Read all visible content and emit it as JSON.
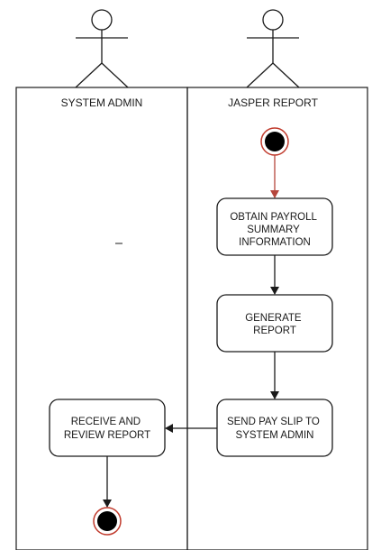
{
  "actors": [
    {
      "name": "system-admin-actor"
    },
    {
      "name": "jasper-report-actor"
    }
  ],
  "lanes": {
    "system_admin": "SYSTEM ADMIN",
    "jasper_report": "JASPER REPORT"
  },
  "activities": {
    "obtain": [
      "OBTAIN PAYROLL",
      "SUMMARY",
      "INFORMATION"
    ],
    "generate": [
      "GENERATE",
      "REPORT"
    ],
    "send": [
      "SEND PAY SLIP TO",
      "SYSTEM ADMIN"
    ],
    "receive": [
      "RECEIVE AND",
      "REVIEW REPORT"
    ]
  },
  "colors": {
    "line": "#1a1a1a",
    "start_ring": "#c0392b",
    "first_arrow": "#b5463c",
    "node_fill": "#000000",
    "box_fill": "#ffffff"
  }
}
